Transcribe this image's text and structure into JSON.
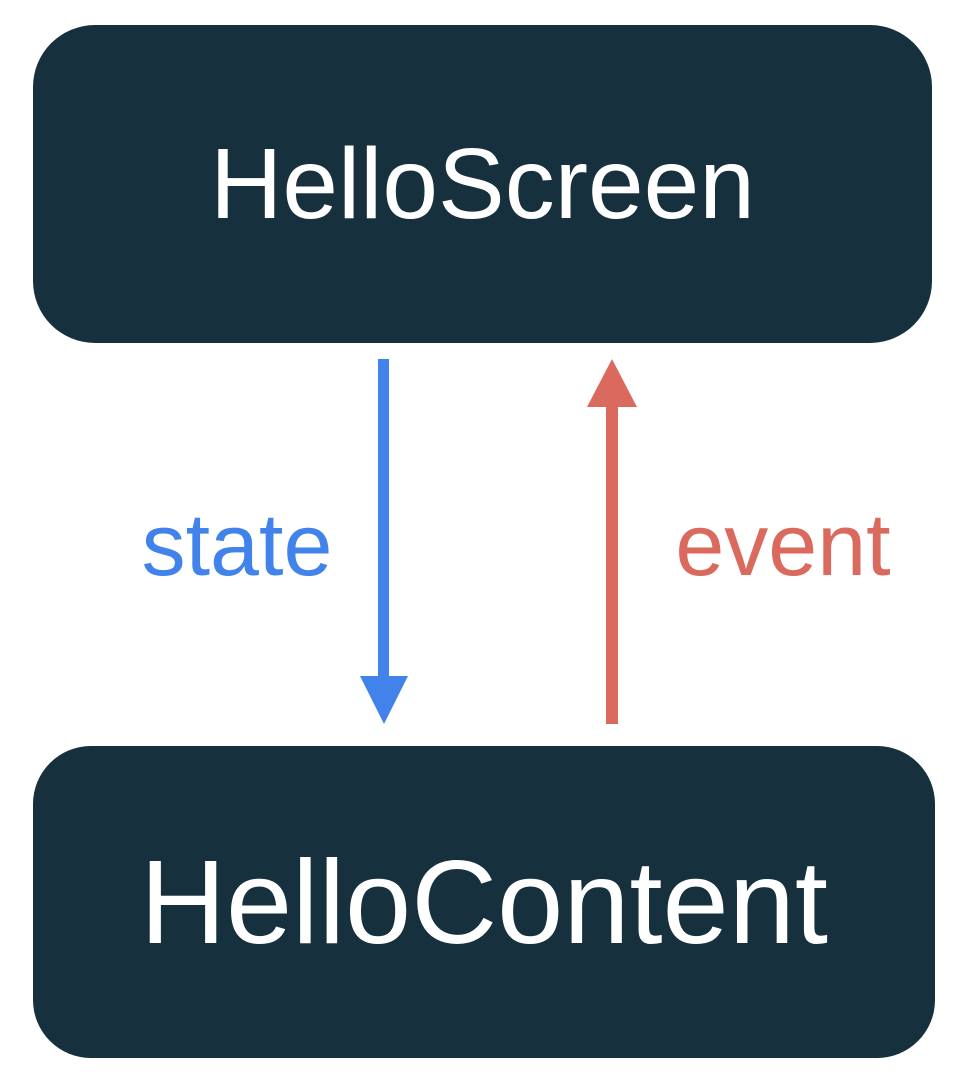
{
  "diagram": {
    "background_color": "#ffffff",
    "node_fill_color": "#16303E",
    "node_text_color": "#ffffff",
    "nodes": [
      {
        "id": "hello-screen",
        "label": "HelloScreen"
      },
      {
        "id": "hello-content",
        "label": "HelloContent"
      }
    ],
    "arrows": [
      {
        "id": "state",
        "label": "state",
        "direction": "down",
        "from": "HelloScreen",
        "to": "HelloContent",
        "color": "#4282EB"
      },
      {
        "id": "event",
        "label": "event",
        "direction": "up",
        "from": "HelloContent",
        "to": "HelloScreen",
        "color": "#DB6A5E"
      }
    ]
  }
}
